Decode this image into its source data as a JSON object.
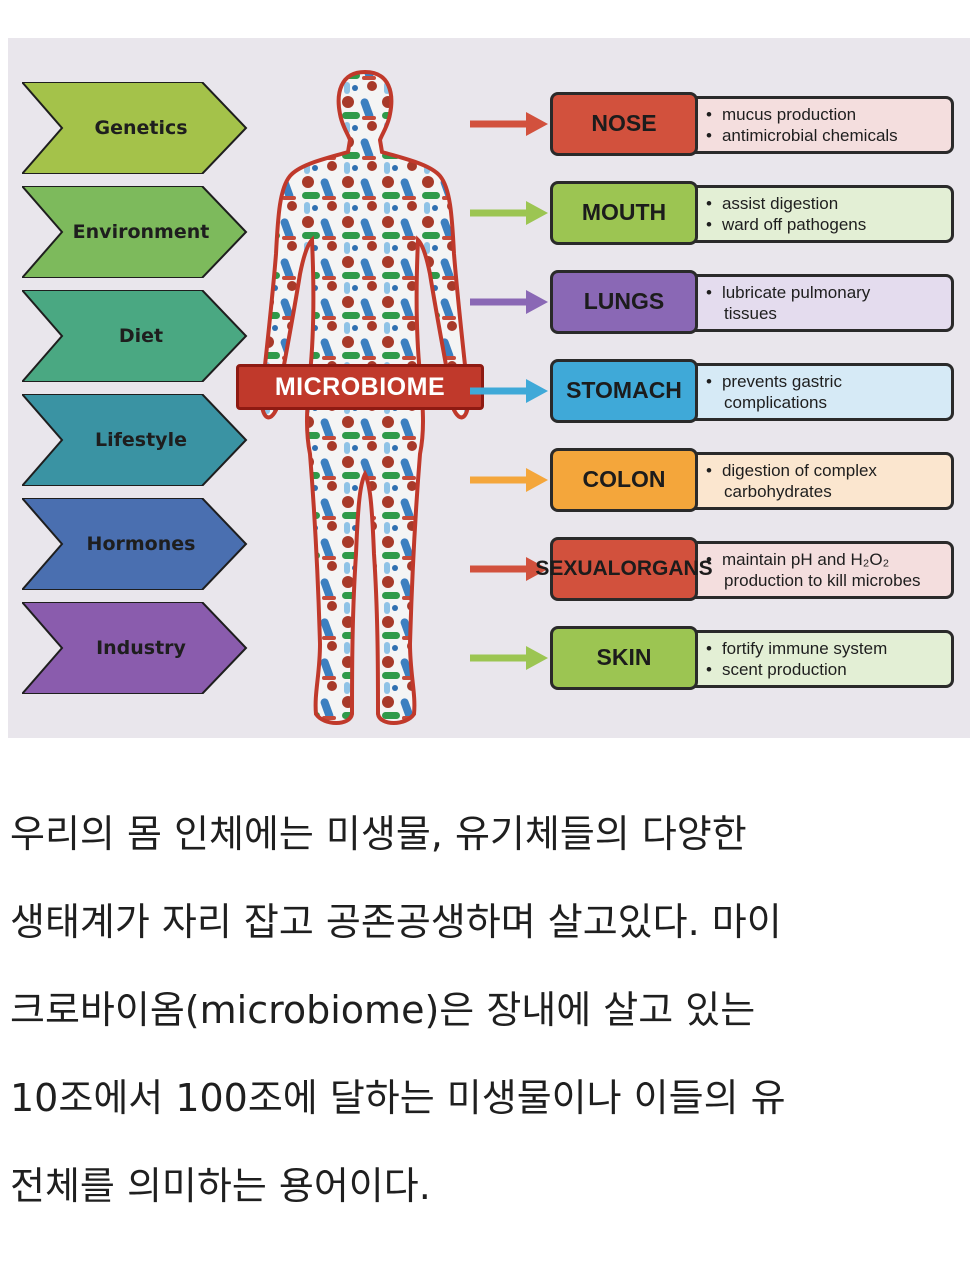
{
  "figure": {
    "factors": [
      {
        "label": "Genetics",
        "color": "#a4c24a"
      },
      {
        "label": "Environment",
        "color": "#7dba5c"
      },
      {
        "label": "Diet",
        "color": "#4aa882"
      },
      {
        "label": "Lifestyle",
        "color": "#3a93a3"
      },
      {
        "label": "Hormones",
        "color": "#4a6fb0"
      },
      {
        "label": "Industry",
        "color": "#8a5cad"
      }
    ],
    "center_label": "MICROBIOME",
    "organs": [
      {
        "name_lines": [
          "NOSE"
        ],
        "color": "#d2513d",
        "desc_color": "#f4dede",
        "arrow_color": "#d2513d",
        "bullets": [
          [
            "mucus production"
          ],
          [
            "antimicrobial chemicals"
          ]
        ]
      },
      {
        "name_lines": [
          "MOUTH"
        ],
        "color": "#9cc552",
        "desc_color": "#e3efd5",
        "arrow_color": "#9cc552",
        "bullets": [
          [
            "assist digestion"
          ],
          [
            "ward off pathogens"
          ]
        ]
      },
      {
        "name_lines": [
          "LUNGS"
        ],
        "color": "#8a68b5",
        "desc_color": "#e4dcee",
        "arrow_color": "#8a68b5",
        "bullets": [
          [
            "lubricate pulmonary",
            "tissues"
          ]
        ]
      },
      {
        "name_lines": [
          "STOMACH"
        ],
        "color": "#3fa9d8",
        "desc_color": "#d6eaf6",
        "arrow_color": "#3fa9d8",
        "bullets": [
          [
            "prevents gastric",
            "complications"
          ]
        ]
      },
      {
        "name_lines": [
          "COLON"
        ],
        "color": "#f4a63b",
        "desc_color": "#fbe6cf",
        "arrow_color": "#f4a63b",
        "bullets": [
          [
            "digestion of complex",
            "carbohydrates"
          ]
        ]
      },
      {
        "name_lines": [
          "SEXUAL",
          "ORGANS"
        ],
        "color": "#d2513d",
        "desc_color": "#f4dede",
        "arrow_color": "#d2513d",
        "bullets": [
          [
            "maintain pH and H₂O₂",
            "production to kill microbes"
          ]
        ]
      },
      {
        "name_lines": [
          "SKIN"
        ],
        "color": "#9cc552",
        "desc_color": "#e3efd5",
        "arrow_color": "#9cc552",
        "bullets": [
          [
            "fortify immune system"
          ],
          [
            "scent production"
          ]
        ]
      }
    ]
  },
  "caption_lines": [
    "우리의 몸 인체에는 미생물, 유기체들의 다양한",
    "생태계가 자리 잡고 공존공생하며 살고있다. 마이",
    "크로바이옴(microbiome)은 장내에 살고 있는",
    "10조에서 100조에 달하는 미생물이나 이들의 유",
    "전체를 의미하는 용어이다."
  ]
}
